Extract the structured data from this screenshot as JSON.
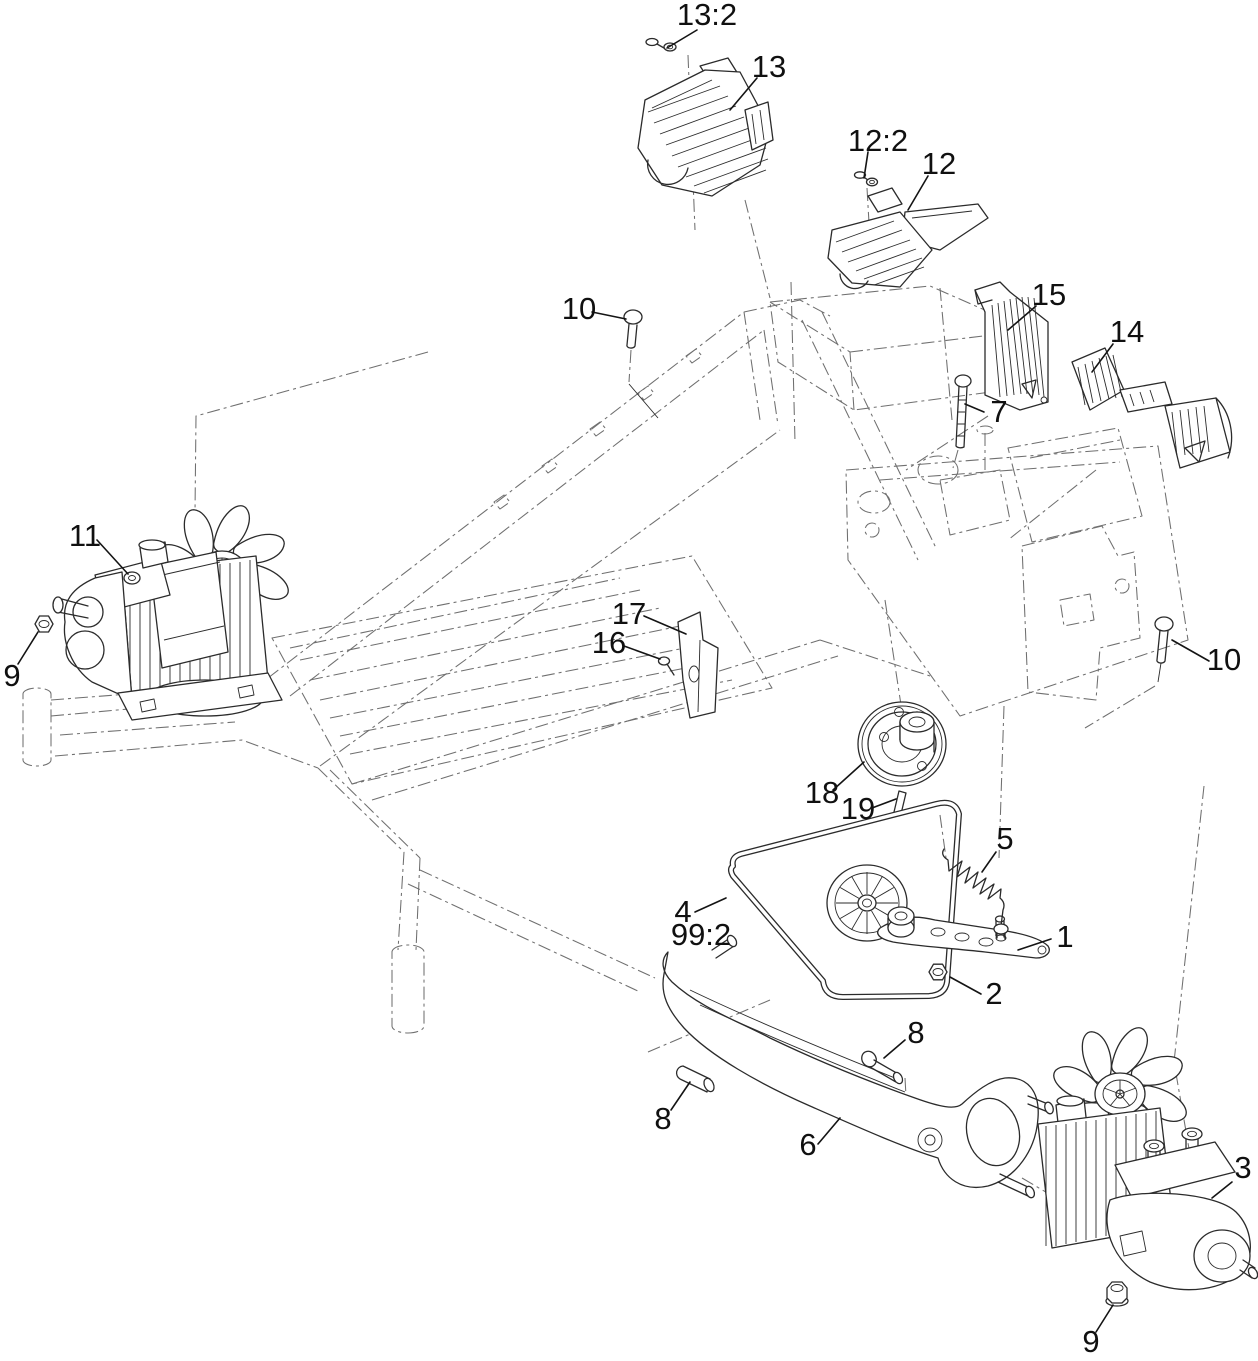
{
  "diagram": {
    "background": "#ffffff",
    "line_color": "#2b2b2b",
    "phantom_line_color": "#6f6f6f",
    "label_color": "#101010"
  },
  "callouts": [
    {
      "label": "13:2"
    },
    {
      "label": "13"
    },
    {
      "label": "12:2"
    },
    {
      "label": "12"
    },
    {
      "label": "15"
    },
    {
      "label": "14"
    },
    {
      "label": "10"
    },
    {
      "label": "7"
    },
    {
      "label": "11"
    },
    {
      "label": "9"
    },
    {
      "label": "17"
    },
    {
      "label": "16"
    },
    {
      "label": "10"
    },
    {
      "label": "18"
    },
    {
      "label": "19"
    },
    {
      "label": "5"
    },
    {
      "label": "4"
    },
    {
      "label": "99:2"
    },
    {
      "label": "1"
    },
    {
      "label": "2"
    },
    {
      "label": "8"
    },
    {
      "label": "8"
    },
    {
      "label": "6"
    },
    {
      "label": "3"
    },
    {
      "label": "9"
    }
  ]
}
